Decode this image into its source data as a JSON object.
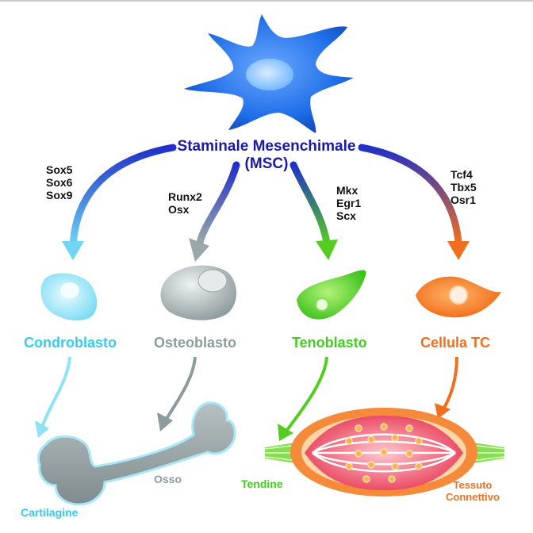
{
  "title": "Staminale Mesenchimale",
  "subtitle": "(MSC)",
  "branches": [
    {
      "markers": [
        "Sox5",
        "Sox6",
        "Sox9"
      ],
      "cell": "Condroblasto",
      "color": "#33ccee"
    },
    {
      "markers": [
        "Runx2",
        "Osx"
      ],
      "cell": "Osteoblasto",
      "color": "#8c9c9e"
    },
    {
      "markers": [
        "Mkx",
        "Egr1",
        "Scx"
      ],
      "cell": "Tenoblasto",
      "color": "#44cc22"
    },
    {
      "markers": [
        "Tcf4",
        "Tbx5",
        "Osr1"
      ],
      "cell": "Cellula TC",
      "color": "#f07020"
    }
  ],
  "tissues": {
    "cartilage": "Cartilagine",
    "bone": "Osso",
    "tendon": "Tendine",
    "connective": [
      "Tessuto",
      "Connettivo"
    ]
  },
  "colors": {
    "msc": "#1f6ee8",
    "title": "#1a1aa8",
    "cartilage": "#33ccee",
    "bone": "#8c9c9e",
    "tendon": "#44cc22",
    "connective": "#f07020",
    "muscle": "#e8405a"
  }
}
